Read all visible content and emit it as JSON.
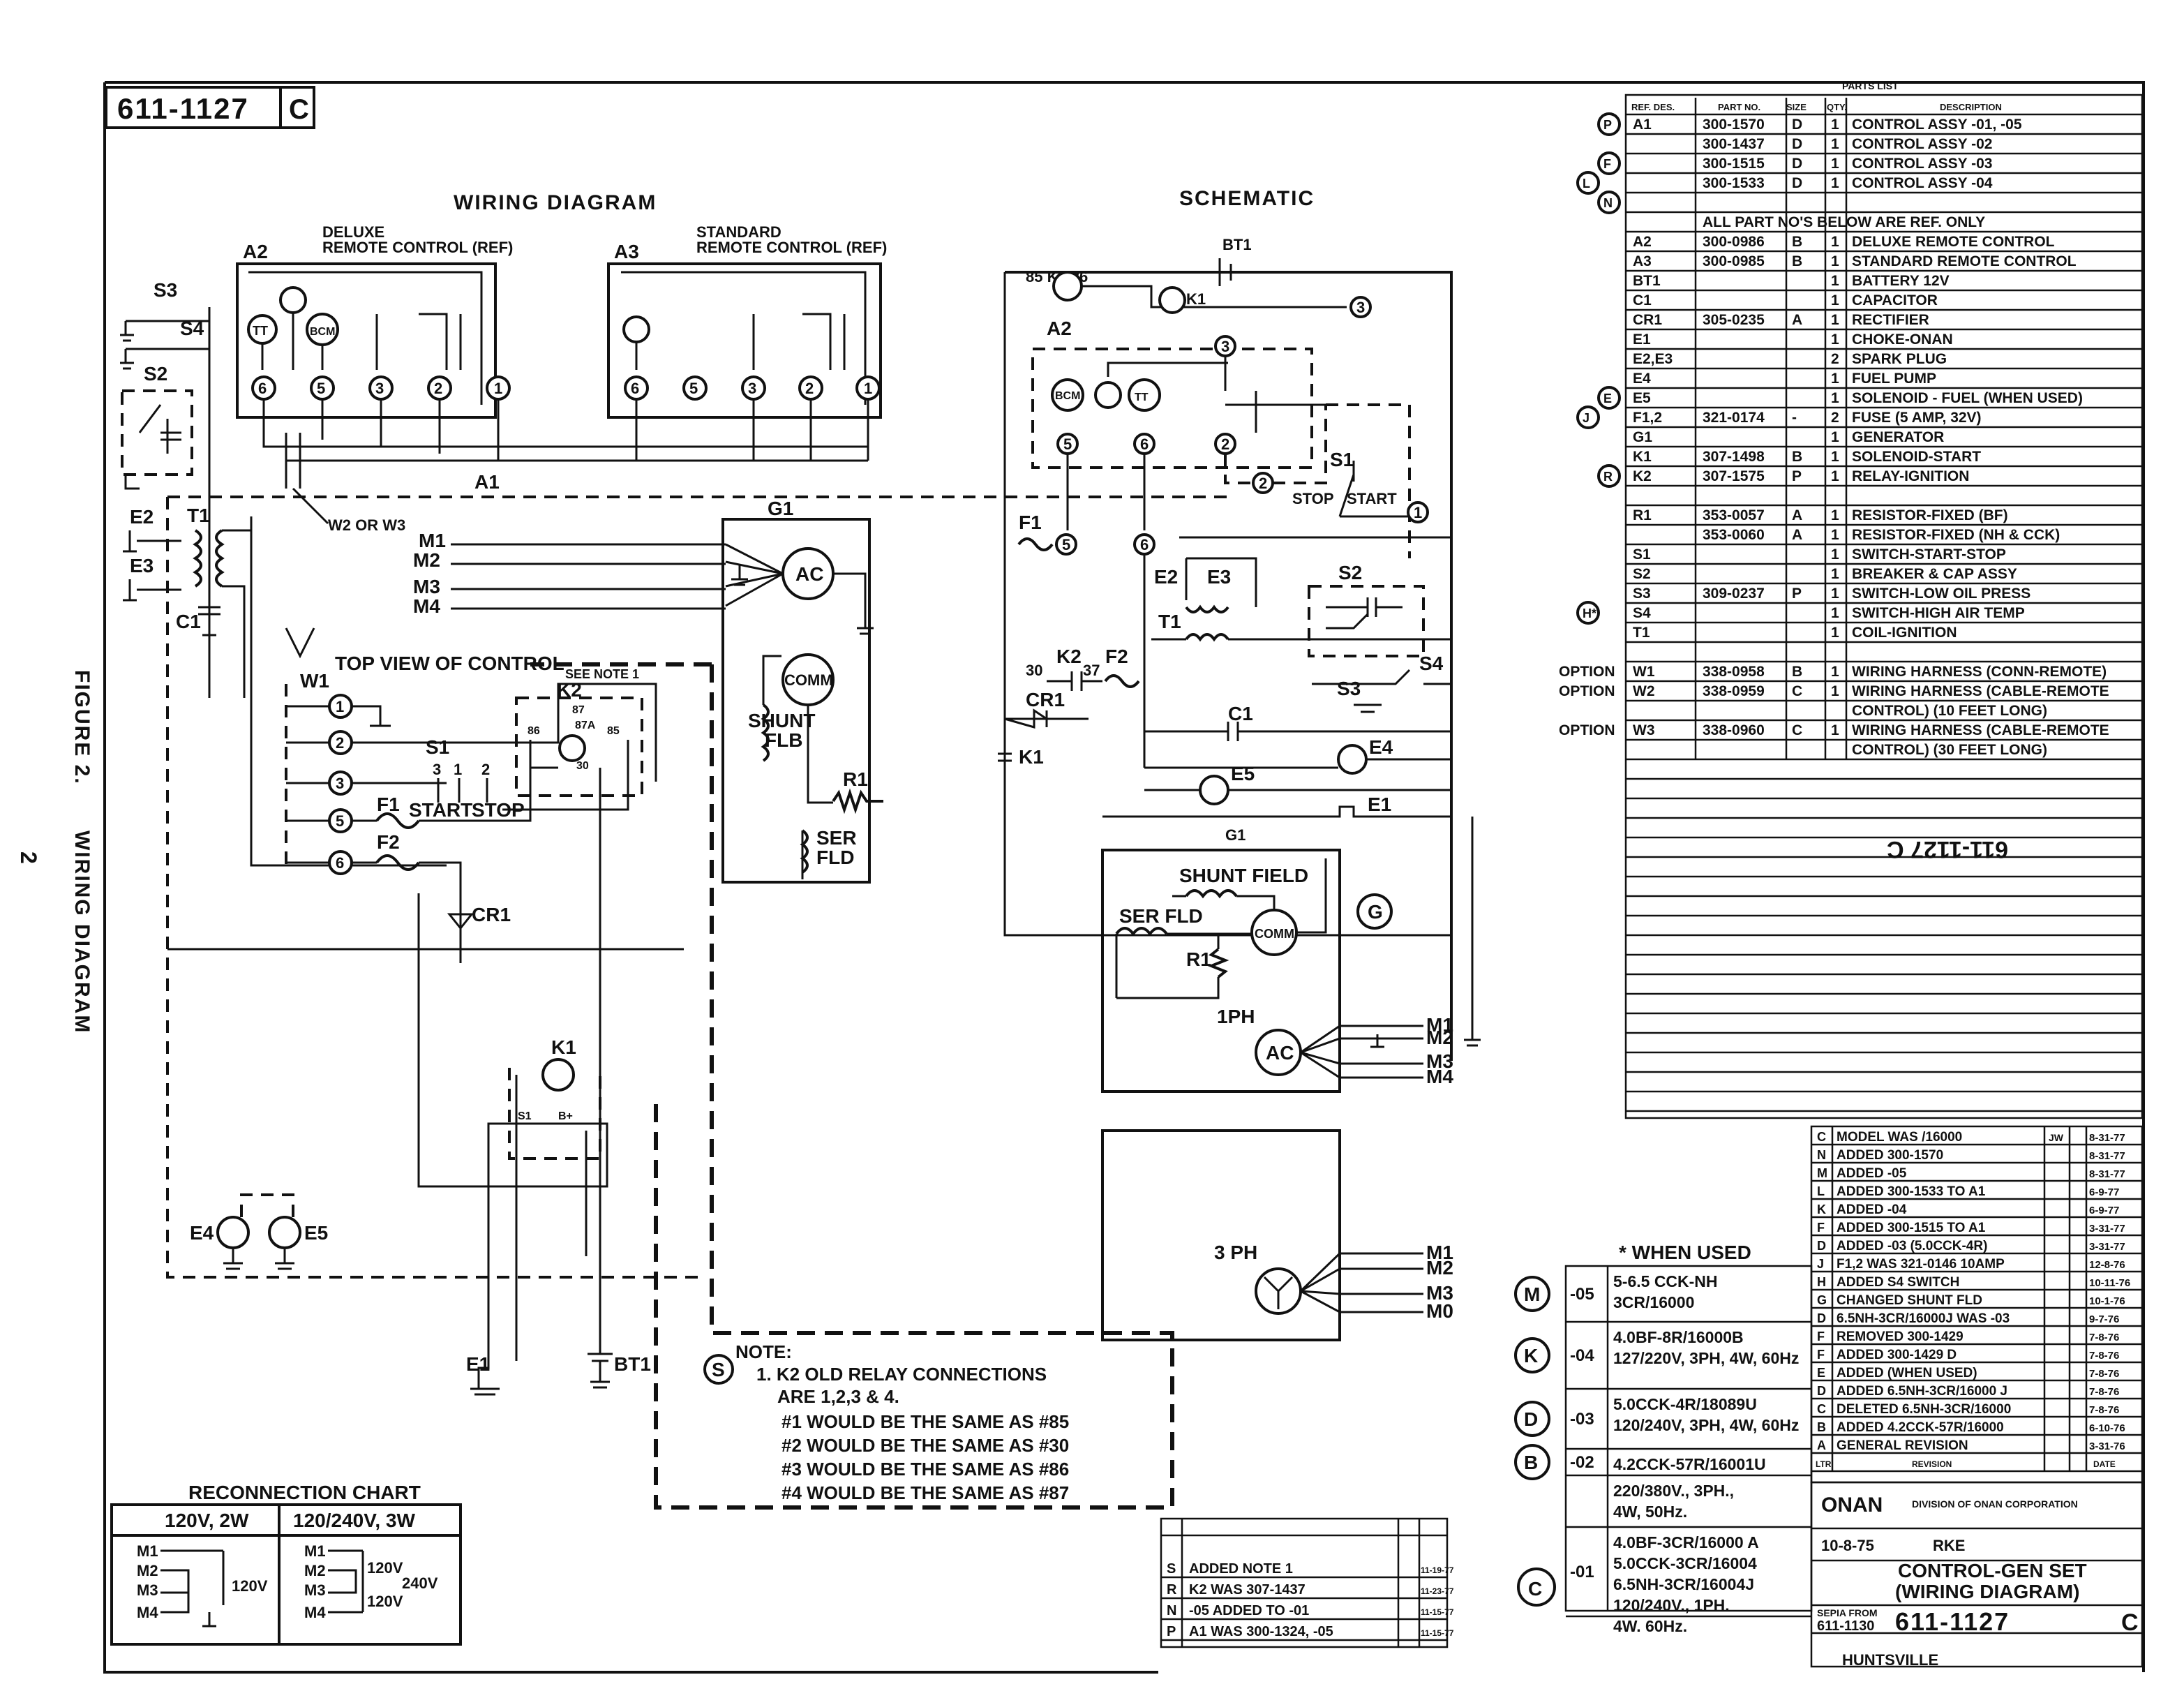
{
  "drawing_number": "611-1127",
  "revision_letter": "C",
  "side_caption": {
    "figure": "FIGURE 2.",
    "title": "WIRING DIAGRAM",
    "page": "2"
  },
  "wiring": {
    "title": "WIRING DIAGRAM",
    "a2": {
      "ref": "A2",
      "label1": "DELUXE",
      "label2": "REMOTE CONTROL (REF)",
      "terms": [
        "6",
        "5",
        "3",
        "2",
        "1"
      ],
      "tt": "TT",
      "bcm": "BCM"
    },
    "a3": {
      "ref": "A3",
      "label1": "STANDARD",
      "label2": "REMOTE CONTROL (REF)",
      "terms": [
        "6",
        "5",
        "3",
        "2",
        "1"
      ]
    },
    "a1": "A1",
    "w2": "W2 OR W3",
    "w1": "W1",
    "top_view": "TOP VIEW OF CONTROL",
    "see_note": "SEE NOTE 1",
    "k2": "K2",
    "k2_terms": [
      "87",
      "87A",
      "86",
      "85",
      "30"
    ],
    "g1": "G1",
    "ac": "AC",
    "comm": "COMM",
    "shunt": [
      "SHUNT",
      "FLB"
    ],
    "r1": "R1",
    "ser": [
      "SER",
      "FLD"
    ],
    "leads": [
      "M1",
      "M2",
      "M3",
      "M4"
    ],
    "s1": "S1",
    "s1_terms": [
      "3",
      "1",
      "2"
    ],
    "start": "START",
    "stop": "STOP",
    "f1": "F1",
    "f2": "F2",
    "cr1": "CR1",
    "k1": "K1",
    "k1_terms": [
      "S1",
      "B+"
    ],
    "terminals": [
      "1",
      "2",
      "3",
      "5",
      "6"
    ],
    "s3": "S3",
    "s4": "S4",
    "s2": "S2",
    "e2": "E2",
    "e3": "E3",
    "t1": "T1",
    "c1": "C1",
    "e4": "E4",
    "e5": "E5",
    "e1": "E1",
    "bt1": "BT1"
  },
  "schematic": {
    "title": "SCHEMATIC",
    "bt1": "BT1",
    "k286": "85  K2 86",
    "k1": "K1",
    "a2": "A2",
    "bcm": "BCM",
    "tt": "TT",
    "nodes": [
      "3",
      "3",
      "5",
      "6",
      "2",
      "2",
      "1",
      "5",
      "6"
    ],
    "s1": "S1",
    "stop": "STOP",
    "start": "START",
    "f1": "F1",
    "e2": "E2",
    "e3": "E3",
    "t1": "T1",
    "s2": "S2",
    "s4": "S4",
    "s3": "S3",
    "k2": "K2",
    "k2_pins": [
      "30",
      "37"
    ],
    "f2": "F2",
    "cr1": "CR1",
    "k1b": "K1",
    "c1": "C1",
    "e4": "E4",
    "e5": "E5",
    "e1": "E1",
    "g1": "G1",
    "shunt": "SHUNT FIELD",
    "ser": "SER FLD",
    "comm": "COMM",
    "r1": "R1",
    "g_circle": "G",
    "oneph": "1PH",
    "ac": "AC",
    "threeph": "3 PH",
    "leads1": [
      "M1",
      "M2",
      "M3",
      "M4"
    ],
    "leads3": [
      "M1",
      "M2",
      "M3",
      "M0"
    ]
  },
  "note": {
    "marker": "S",
    "head": "NOTE:",
    "lines": [
      "1. K2 OLD RELAY CONNECTIONS",
      "ARE 1,2,3 & 4.",
      "#1 WOULD BE THE SAME AS #85",
      "#2 WOULD BE THE SAME AS #30",
      "#3 WOULD BE THE SAME AS #86",
      "#4 WOULD BE THE SAME AS #87"
    ]
  },
  "reconnection": {
    "title": "RECONNECTION CHART",
    "col1": "120V, 2W",
    "col2": "120/240V, 3W",
    "leads": [
      "M1",
      "M2",
      "M3",
      "M4"
    ],
    "v1": "120V",
    "v2": [
      "120V",
      "240V",
      "120V"
    ]
  },
  "parts_list": {
    "title": "PARTS LIST",
    "headers": [
      "REF. DES.",
      "PART NO.",
      "SIZE",
      "QTY.",
      "DESCRIPTION"
    ],
    "rows": [
      {
        "mark": "P",
        "ref": "A1",
        "part": "300-1570",
        "size": "D",
        "qty": "1",
        "desc": "CONTROL ASSY -01, -05"
      },
      {
        "mark": "",
        "ref": "",
        "part": "300-1437",
        "size": "D",
        "qty": "1",
        "desc": "CONTROL ASSY -02"
      },
      {
        "mark": "F",
        "ref": "",
        "part": "300-1515",
        "size": "D",
        "qty": "1",
        "desc": "CONTROL ASSY -03"
      },
      {
        "mark": "L",
        "ref": "",
        "part": "300-1533",
        "size": "D",
        "qty": "1",
        "desc": "CONTROL ASSY -04"
      },
      {
        "mark": "N",
        "ref": "",
        "part": "",
        "size": "",
        "qty": "",
        "desc": ""
      },
      {
        "mark": "",
        "ref": "",
        "part": "ALL PART NO'S BELOW ARE REF. ONLY",
        "size": "",
        "qty": "",
        "desc": ""
      },
      {
        "mark": "",
        "ref": "A2",
        "part": "300-0986",
        "size": "B",
        "qty": "1",
        "desc": "DELUXE REMOTE CONTROL"
      },
      {
        "mark": "",
        "ref": "A3",
        "part": "300-0985",
        "size": "B",
        "qty": "1",
        "desc": "STANDARD REMOTE CONTROL"
      },
      {
        "mark": "",
        "ref": "BT1",
        "part": "",
        "size": "",
        "qty": "1",
        "desc": "BATTERY   12V"
      },
      {
        "mark": "",
        "ref": "C1",
        "part": "",
        "size": "",
        "qty": "1",
        "desc": "CAPACITOR"
      },
      {
        "mark": "",
        "ref": "CR1",
        "part": "305-0235",
        "size": "A",
        "qty": "1",
        "desc": "RECTIFIER"
      },
      {
        "mark": "",
        "ref": "E1",
        "part": "",
        "size": "",
        "qty": "1",
        "desc": "CHOKE-ONAN"
      },
      {
        "mark": "",
        "ref": "E2,E3",
        "part": "",
        "size": "",
        "qty": "2",
        "desc": "SPARK PLUG"
      },
      {
        "mark": "",
        "ref": "E4",
        "part": "",
        "size": "",
        "qty": "1",
        "desc": "FUEL PUMP"
      },
      {
        "mark": "E",
        "ref": "E5",
        "part": "",
        "size": "",
        "qty": "1",
        "desc": "SOLENOID - FUEL (WHEN USED)"
      },
      {
        "mark": "J",
        "ref": "F1,2",
        "part": "321-0174",
        "size": "-",
        "qty": "2",
        "desc": "FUSE (5 AMP, 32V)"
      },
      {
        "mark": "",
        "ref": "G1",
        "part": "",
        "size": "",
        "qty": "1",
        "desc": "GENERATOR"
      },
      {
        "mark": "",
        "ref": "K1",
        "part": "307-1498",
        "size": "B",
        "qty": "1",
        "desc": "SOLENOID-START"
      },
      {
        "mark": "R",
        "ref": "K2",
        "part": "307-1575",
        "size": "P",
        "qty": "1",
        "desc": "RELAY-IGNITION"
      },
      {
        "mark": "",
        "ref": "",
        "part": "",
        "size": "",
        "qty": "",
        "desc": ""
      },
      {
        "mark": "",
        "ref": "R1",
        "part": "353-0057",
        "size": "A",
        "qty": "1",
        "desc": "RESISTOR-FIXED (BF)"
      },
      {
        "mark": "",
        "ref": "",
        "part": "353-0060",
        "size": "A",
        "qty": "1",
        "desc": "RESISTOR-FIXED (NH & CCK)"
      },
      {
        "mark": "",
        "ref": "S1",
        "part": "",
        "size": "",
        "qty": "1",
        "desc": "SWITCH-START-STOP"
      },
      {
        "mark": "",
        "ref": "S2",
        "part": "",
        "size": "",
        "qty": "1",
        "desc": "BREAKER & CAP ASSY"
      },
      {
        "mark": "",
        "ref": "S3",
        "part": "309-0237",
        "size": "P",
        "qty": "1",
        "desc": "SWITCH-LOW OIL PRESS"
      },
      {
        "mark": "H*",
        "ref": "S4",
        "part": "",
        "size": "",
        "qty": "1",
        "desc": "SWITCH-HIGH AIR TEMP"
      },
      {
        "mark": "",
        "ref": "T1",
        "part": "",
        "size": "",
        "qty": "1",
        "desc": "COIL-IGNITION"
      },
      {
        "mark": "",
        "ref": "",
        "part": "",
        "size": "",
        "qty": "",
        "desc": ""
      },
      {
        "mark": "OPTION",
        "ref": "W1",
        "part": "338-0958",
        "size": "B",
        "qty": "1",
        "desc": "WIRING HARNESS (CONN-REMOTE)"
      },
      {
        "mark": "OPTION",
        "ref": "W2",
        "part": "338-0959",
        "size": "C",
        "qty": "1",
        "desc": "WIRING HARNESS (CABLE-REMOTE"
      },
      {
        "mark": "",
        "ref": "",
        "part": "",
        "size": "",
        "qty": "",
        "desc": "CONTROL) (10 FEET LONG)"
      },
      {
        "mark": "OPTION",
        "ref": "W3",
        "part": "338-0960",
        "size": "C",
        "qty": "1",
        "desc": "WIRING HARNESS (CABLE-REMOTE"
      },
      {
        "mark": "",
        "ref": "",
        "part": "",
        "size": "",
        "qty": "",
        "desc": "CONTROL) (30 FEET LONG)"
      }
    ],
    "inverted_tag": "611-1127 C"
  },
  "revisions": {
    "rows": [
      {
        "ltr": "C",
        "desc": "MODEL WAS /16000",
        "by": "JW",
        "date": "8-31-77"
      },
      {
        "ltr": "N",
        "desc": "ADDED 300-1570",
        "by": "",
        "date": "8-31-77"
      },
      {
        "ltr": "M",
        "desc": "ADDED -05",
        "by": "",
        "date": "8-31-77"
      },
      {
        "ltr": "L",
        "desc": "ADDED 300-1533 TO A1",
        "by": "",
        "date": "6-9-77"
      },
      {
        "ltr": "K",
        "desc": "ADDED -04",
        "by": "",
        "date": "6-9-77"
      },
      {
        "ltr": "F",
        "desc": "ADDED 300-1515 TO A1",
        "by": "",
        "date": "3-31-77"
      },
      {
        "ltr": "D",
        "desc": "ADDED -03 (5.0CCK-4R)",
        "by": "",
        "date": "3-31-77"
      },
      {
        "ltr": "J",
        "desc": "F1,2 WAS 321-0146 10AMP",
        "by": "",
        "date": "12-8-76"
      },
      {
        "ltr": "H",
        "desc": "ADDED S4 SWITCH",
        "by": "",
        "date": "10-11-76"
      },
      {
        "ltr": "G",
        "desc": "CHANGED SHUNT FLD",
        "by": "",
        "date": "10-1-76"
      },
      {
        "ltr": "D",
        "desc": "6.5NH-3CR/16000J WAS -03",
        "by": "",
        "date": "9-7-76"
      },
      {
        "ltr": "F",
        "desc": "REMOVED 300-1429",
        "by": "",
        "date": "7-8-76"
      },
      {
        "ltr": "F",
        "desc": "ADDED 300-1429 D",
        "by": "",
        "date": "7-8-76"
      },
      {
        "ltr": "E",
        "desc": "ADDED (WHEN USED)",
        "by": "",
        "date": "7-8-76"
      },
      {
        "ltr": "D",
        "desc": "ADDED 6.5NH-3CR/16000 J",
        "by": "",
        "date": "7-8-76"
      },
      {
        "ltr": "C",
        "desc": "DELETED 6.5NH-3CR/16000",
        "by": "",
        "date": "7-8-76"
      },
      {
        "ltr": "B",
        "desc": "ADDED 4.2CCK-57R/16000",
        "by": "",
        "date": "6-10-76"
      },
      {
        "ltr": "A",
        "desc": "GENERAL REVISION",
        "by": "",
        "date": "3-31-76"
      }
    ],
    "footer": [
      "LTR",
      "REVISION",
      "DATE"
    ]
  },
  "models": {
    "title": "* WHEN USED",
    "rows": [
      {
        "mark": "M",
        "dash": "-05",
        "text": [
          "5-6.5 CCK-NH",
          "3CR/16000"
        ]
      },
      {
        "mark": "K",
        "dash": "-04",
        "text": [
          "4.0BF-8R/16000B",
          "127/220V, 3PH, 4W, 60Hz"
        ]
      },
      {
        "mark": "D",
        "dash": "-03",
        "text": [
          "5.0CCK-4R/18089U",
          "120/240V, 3PH, 4W, 60Hz"
        ]
      },
      {
        "mark": "B",
        "dash": "-02",
        "text": [
          "4.2CCK-57R/16001U"
        ]
      },
      {
        "mark": "",
        "dash": "",
        "text": [
          "220/380V., 3PH.,",
          "4W, 50Hz."
        ]
      },
      {
        "mark": "",
        "dash": "-01",
        "text": [
          "4.0BF-3CR/16000 A",
          "5.0CCK-3CR/16004",
          "6.5NH-3CR/16004J",
          "120/240V., 1PH.",
          "4W.   60Hz."
        ]
      }
    ]
  },
  "small_rev": {
    "rows": [
      {
        "ltr": "S",
        "desc": "ADDED NOTE 1",
        "date": "11-19-77"
      },
      {
        "ltr": "R",
        "desc": "K2 WAS 307-1437",
        "date": "11-23-77"
      },
      {
        "ltr": "N",
        "desc": "-05 ADDED TO -01",
        "date": "11-15-77"
      },
      {
        "ltr": "P",
        "desc": "A1 WAS 300-1324, -05",
        "date": "11-15-77"
      }
    ],
    "marker": "C"
  },
  "title_block": {
    "company": "ONAN",
    "division": "DIVISION OF ONAN CORPORATION",
    "date": "10-8-75",
    "drawn": "RKE",
    "title1": "CONTROL-GEN SET",
    "title2": "(WIRING DIAGRAM)",
    "sepia": "SEPIA FROM",
    "sepia_no": "611-1130",
    "dwg_no": "611-1127",
    "rev": "C",
    "city": "HUNTSVILLE"
  }
}
